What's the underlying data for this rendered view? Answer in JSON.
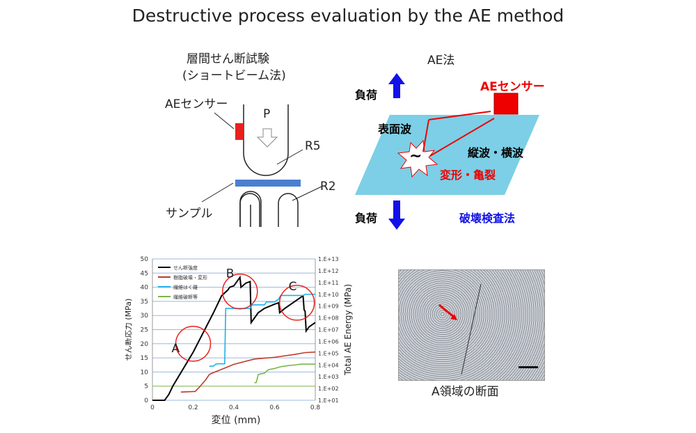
{
  "title": "Destructive process evaluation by the AE method",
  "left_diagram": {
    "title1": "層間せん断試験",
    "title2": "(ショートビーム法)",
    "sensor": "AEセンサー",
    "load": "P",
    "r5": "R5",
    "r2": "R2",
    "sample": "サンプル"
  },
  "right_diagram": {
    "title": "AE法",
    "load_top": "負荷",
    "load_bottom": "負荷",
    "sensor": "AEセンサー",
    "surface_wave": "表面波",
    "waves": "縦波・横波",
    "deform": "変形・亀裂",
    "ndt": "破壊検査法",
    "tilde": "~"
  },
  "photo": {
    "caption": "A領域の断面"
  },
  "colors": {
    "black": "#000000",
    "red": "#c0392b",
    "blue": "#1fb0e8",
    "green": "#7ab648",
    "circle": "#e8201e",
    "arrow": "#1212e8",
    "plate": "#7ccfe6"
  },
  "chart_data": {
    "type": "line",
    "xlabel": "変位 (mm)",
    "ylabel": "せん断応力 (MPa)",
    "y2label": "Total AE Energy (MPa)",
    "xlim": [
      0,
      0.8
    ],
    "ylim": [
      0,
      50
    ],
    "y2lim_log10": [
      1,
      13
    ],
    "xticks": [
      "0",
      "0.2",
      "0.4",
      "0.6",
      "0.8"
    ],
    "yticks": [
      "0",
      "5",
      "10",
      "15",
      "20",
      "25",
      "30",
      "35",
      "40",
      "45",
      "50"
    ],
    "y2ticks": [
      "1.E+01",
      "1.E+02",
      "1.E+03",
      "1.E+04",
      "1.E+05",
      "1.E+06",
      "1.E+07",
      "1.E+08",
      "1.E+09",
      "1.E+10",
      "1.E+11",
      "1.E+12",
      "1.E+13"
    ],
    "grid": true,
    "legend": "top-left",
    "series": [
      {
        "name": "せん断強度",
        "axis": "left",
        "color": "#000000",
        "points": [
          [
            0,
            0
          ],
          [
            0.06,
            0
          ],
          [
            0.08,
            2
          ],
          [
            0.1,
            5
          ],
          [
            0.15,
            11
          ],
          [
            0.2,
            17
          ],
          [
            0.25,
            24
          ],
          [
            0.3,
            31
          ],
          [
            0.34,
            37
          ],
          [
            0.37,
            39
          ],
          [
            0.38,
            40
          ],
          [
            0.4,
            40.5
          ],
          [
            0.43,
            43.5
          ],
          [
            0.435,
            40
          ],
          [
            0.46,
            41.5
          ],
          [
            0.48,
            42
          ],
          [
            0.485,
            27.5
          ],
          [
            0.5,
            29
          ],
          [
            0.52,
            31
          ],
          [
            0.55,
            32.5
          ],
          [
            0.6,
            34
          ],
          [
            0.62,
            34.5
          ],
          [
            0.625,
            31
          ],
          [
            0.65,
            32.5
          ],
          [
            0.7,
            35
          ],
          [
            0.74,
            37
          ],
          [
            0.745,
            32
          ],
          [
            0.75,
            31.5
          ],
          [
            0.755,
            24.5
          ],
          [
            0.77,
            26
          ],
          [
            0.8,
            27.5
          ]
        ]
      },
      {
        "name": "樹脂破壊・変形",
        "axis": "right_log10",
        "color": "#c0392b",
        "points": [
          [
            0.14,
            1.7
          ],
          [
            0.21,
            1.75
          ],
          [
            0.23,
            2.1
          ],
          [
            0.26,
            2.7
          ],
          [
            0.28,
            3.2
          ],
          [
            0.3,
            3.35
          ],
          [
            0.35,
            3.7
          ],
          [
            0.4,
            4.05
          ],
          [
            0.5,
            4.5
          ],
          [
            0.6,
            4.65
          ],
          [
            0.7,
            4.9
          ],
          [
            0.75,
            5.05
          ],
          [
            0.8,
            5.1
          ]
        ]
      },
      {
        "name": "繊維はく離",
        "axis": "right_log10",
        "color": "#1fb0e8",
        "points": [
          [
            0.28,
            3.9
          ],
          [
            0.3,
            3.9
          ],
          [
            0.31,
            4.05
          ],
          [
            0.32,
            4.1
          ],
          [
            0.355,
            4.1
          ],
          [
            0.36,
            8.8
          ],
          [
            0.48,
            8.8
          ],
          [
            0.49,
            9.1
          ],
          [
            0.55,
            9.1
          ],
          [
            0.56,
            9.35
          ],
          [
            0.6,
            9.35
          ],
          [
            0.62,
            9.6
          ],
          [
            0.63,
            9.9
          ],
          [
            0.74,
            9.9
          ],
          [
            0.75,
            10
          ],
          [
            0.8,
            10
          ]
        ]
      },
      {
        "name": "繊維破断等",
        "axis": "right_log10",
        "color": "#7ab648",
        "points": [
          [
            0.5,
            2.5
          ],
          [
            0.51,
            2.5
          ],
          [
            0.52,
            3.2
          ],
          [
            0.55,
            3.3
          ],
          [
            0.57,
            3.6
          ],
          [
            0.6,
            3.7
          ],
          [
            0.63,
            3.85
          ],
          [
            0.67,
            3.95
          ],
          [
            0.7,
            4.0
          ],
          [
            0.73,
            4.07
          ],
          [
            0.8,
            4.07
          ]
        ]
      }
    ],
    "annotations": [
      {
        "label": "A",
        "x": 0.2,
        "y": 20
      },
      {
        "label": "B",
        "x": 0.43,
        "y": 38.5
      },
      {
        "label": "C",
        "x": 0.71,
        "y": 34.5
      }
    ]
  }
}
